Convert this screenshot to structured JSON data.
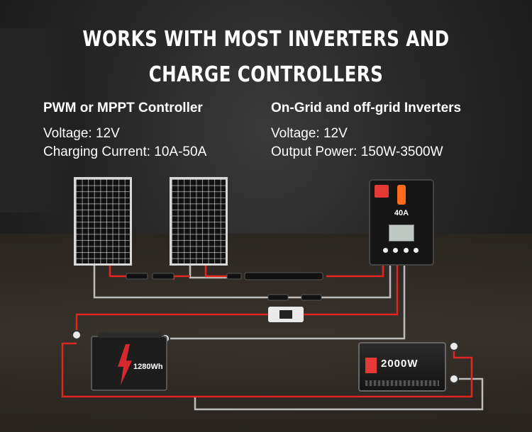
{
  "title": {
    "line1": "WORKS WITH MOST INVERTERS AND",
    "line2": "CHARGE CONTROLLERS"
  },
  "left_column": {
    "heading": "PWM or MPPT Controller",
    "line1": "Voltage: 12V",
    "line2": "Charging Current: 10A-50A"
  },
  "right_column": {
    "heading": "On-Grid and off-grid Inverters",
    "line1": "Voltage: 12V",
    "line2": "Output Power: 150W-3500W"
  },
  "controller": {
    "rating": "40A"
  },
  "battery": {
    "capacity": "1280Wh"
  },
  "inverter": {
    "power": "2000W"
  },
  "colors": {
    "positive_wire": "#e0261f",
    "negative_wire": "#bdbdbd",
    "text": "#ffffff"
  }
}
